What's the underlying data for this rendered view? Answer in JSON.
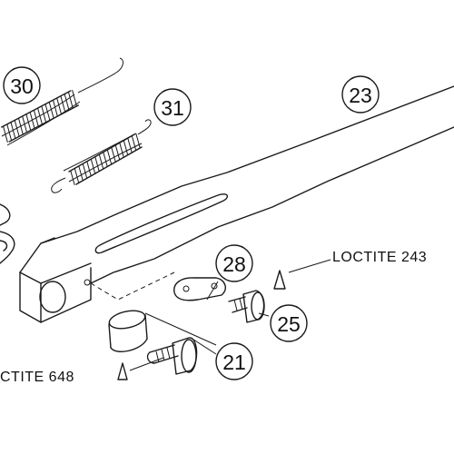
{
  "callouts": {
    "c30": "30",
    "c31": "31",
    "c23": "23",
    "c28": "28",
    "c25": "25",
    "c21": "21"
  },
  "labels": {
    "loctite_243": "LOCTITE 243",
    "loctite_648": "CTITE 648"
  }
}
